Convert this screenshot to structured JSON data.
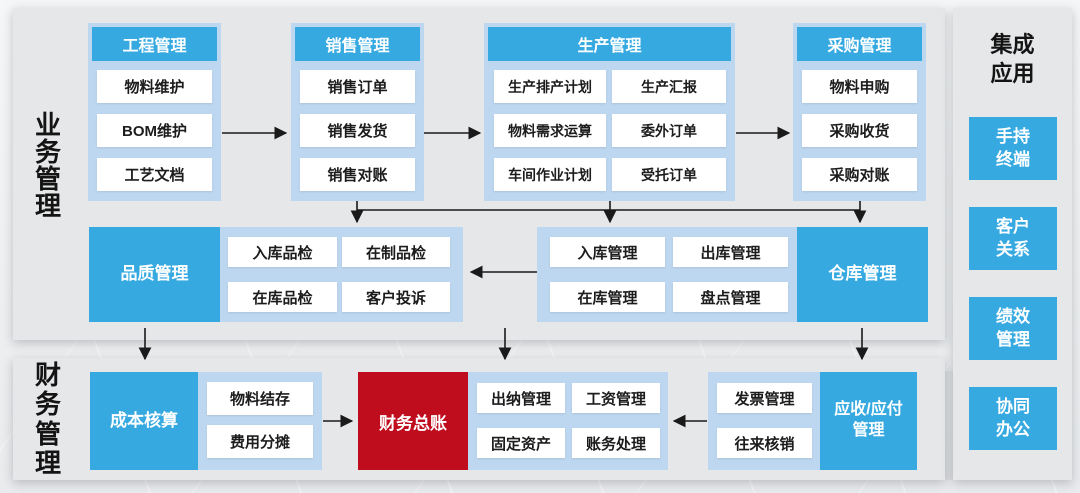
{
  "colors": {
    "accent_blue": "#36a9e1",
    "container_blue": "#bed7f0",
    "ledger_red": "#c00d1e",
    "panel_gray": "#e6e7e9",
    "arrow_black": "#1a1a1a"
  },
  "business": {
    "label": "业务管理",
    "columns": [
      {
        "header": "工程管理",
        "items": [
          "物料维护",
          "BOM维护",
          "工艺文档"
        ]
      },
      {
        "header": "销售管理",
        "items": [
          "销售订单",
          "销售发货",
          "销售对账"
        ]
      },
      {
        "header": "生产管理",
        "items_left": [
          "生产排产计划",
          "物料需求运算",
          "车间作业计划"
        ],
        "items_right": [
          "生产汇报",
          "委外订单",
          "受托订单"
        ]
      },
      {
        "header": "采购管理",
        "items": [
          "物料申购",
          "采购收货",
          "采购对账"
        ]
      }
    ],
    "quality_block": "品质管理",
    "quality_items": [
      "入库品检",
      "在制品检",
      "在库品检",
      "客户投诉"
    ],
    "warehouse_items": [
      "入库管理",
      "出库管理",
      "在库管理",
      "盘点管理"
    ],
    "warehouse_block": "仓库管理"
  },
  "finance": {
    "label": "财务管理",
    "cost_block": "成本核算",
    "cost_items": [
      "物料结存",
      "费用分摊"
    ],
    "ledger_block": "财务总账",
    "ledger_items": [
      "出纳管理",
      "工资管理",
      "固定资产",
      "账务处理"
    ],
    "invoice_items": [
      "发票管理",
      "往来核销"
    ],
    "arap_lines": [
      "应收/应付",
      "管理"
    ]
  },
  "integration": {
    "title_lines": [
      "集成",
      "应用"
    ],
    "items": [
      {
        "lines": [
          "手持",
          "终端"
        ]
      },
      {
        "lines": [
          "客户",
          "关系"
        ]
      },
      {
        "lines": [
          "绩效",
          "管理"
        ]
      },
      {
        "lines": [
          "协同",
          "办公"
        ]
      }
    ]
  }
}
